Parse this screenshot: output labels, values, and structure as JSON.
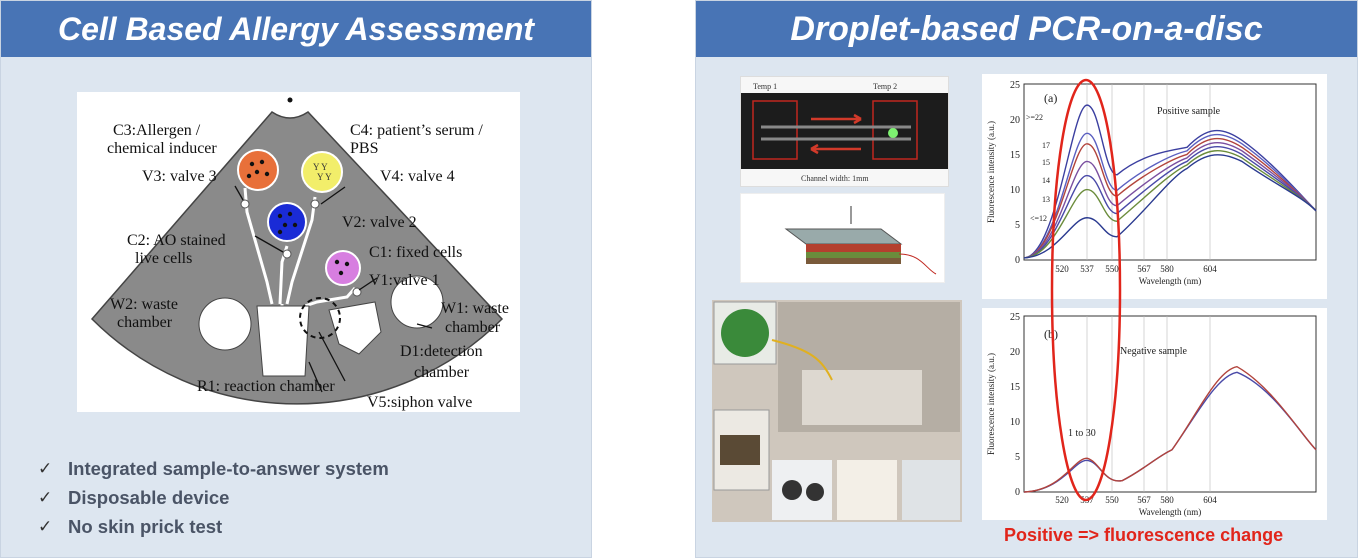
{
  "left_slide": {
    "title": "Cell Based Allergy Assessment",
    "diagram_labels": {
      "c3": "C3:Allergen /",
      "c3b": "chemical inducer",
      "c4": "C4: patient’s serum /",
      "c4b": "PBS",
      "v3": "V3: valve 3",
      "v4": "V4: valve 4",
      "c2": "C2: AO stained",
      "c2b": "live cells",
      "v2": "V2: valve 2",
      "c1": "C1: fixed cells",
      "v1": "V1:valve 1",
      "w2": "W2: waste",
      "w2b": "chamber",
      "w1": "W1: waste",
      "w1b": "chamber",
      "d1": "D1:detection",
      "d1b": "chamber",
      "r1": "R1: reaction chamber",
      "v5": "V5:siphon valve"
    },
    "bullets": [
      "Integrated sample-to-answer system",
      "Disposable device",
      "No skin prick test"
    ],
    "colors": {
      "allergen": "#e8703a",
      "serum": "#f2ee6a",
      "ao_cells": "#1a2bd6",
      "fixed_cells": "#d77ee0",
      "disc": "#8a8a8a"
    }
  },
  "right_slide": {
    "title": "Droplet-based PCR-on-a-disc",
    "micro_image": {
      "temp1": "Temp 1",
      "temp2": "Temp 2",
      "caption": "Channel width: 1mm"
    },
    "plot_a": {
      "panel": "(a)",
      "annotation": "Positive sample",
      "ylabel": "Fluorescence intensity (a.u.)",
      "xlabel": "Wavelength (nm)",
      "yticks": [
        "0",
        "5",
        "10",
        "15",
        "20",
        "25"
      ],
      "xticks": [
        "520",
        "537",
        "550",
        "567",
        "580",
        "604"
      ],
      "cycle_labels": [
        ">=22",
        "17",
        "15",
        "14",
        "13",
        "<=12"
      ]
    },
    "plot_b": {
      "panel": "(b)",
      "annotation": "Negative sample",
      "ylabel": "Fluorescence intensity (a.u.)",
      "xlabel": "Wavelength (nm)",
      "yticks": [
        "0",
        "5",
        "10",
        "15",
        "20",
        "25"
      ],
      "xticks": [
        "520",
        "537",
        "550",
        "567",
        "580",
        "604"
      ],
      "cycle_label": "1 to 30"
    },
    "conclusion": "Positive => fluorescence change",
    "colors": {
      "banner": "#4874b5",
      "highlight": "#e1251b"
    }
  }
}
